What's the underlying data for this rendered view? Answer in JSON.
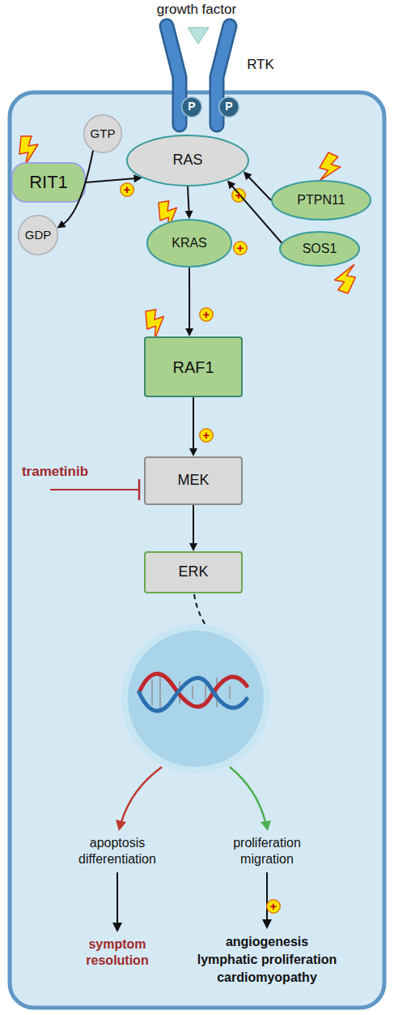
{
  "diagram": {
    "nodes": [
      {
        "text": [
          "P"
        ]
      },
      {
        "text": [
          "P"
        ]
      },
      {
        "text": [
          "GTP"
        ]
      },
      {
        "text": [
          "RAS"
        ]
      },
      {
        "text": [
          "RIT1"
        ]
      },
      {
        "text": [
          "+"
        ]
      },
      {
        "text": [
          "+"
        ]
      },
      {
        "text": [
          "PTPN11"
        ]
      },
      {
        "text": [
          "GDP"
        ]
      },
      {
        "text": [
          "KRAS"
        ]
      },
      {
        "text": [
          "+"
        ]
      },
      {
        "text": [
          "SOS1"
        ]
      },
      {
        "text": [
          "+"
        ]
      },
      {
        "text": [
          "RAF1"
        ]
      },
      {
        "text": [
          "+"
        ]
      },
      {
        "text": [
          "MEK"
        ]
      },
      {
        "text": [
          "ERK"
        ]
      },
      {
        "text": [
          "+"
        ]
      }
    ],
    "edges": [
      {
        "from": 2,
        "to": 8,
        "arrow": "to"
      },
      {
        "from": 4,
        "to": 3,
        "arrow": "to"
      },
      {
        "from": 7,
        "to": 3,
        "arrow": "to"
      },
      {
        "from": 11,
        "to": 3,
        "arrow": "to"
      },
      {
        "from": 3,
        "to": 9,
        "arrow": "to"
      },
      {
        "from": 9,
        "to": 13,
        "arrow": "to"
      },
      {
        "from": 13,
        "to": 15,
        "arrow": "to"
      },
      {
        "from": 15,
        "to": 16,
        "arrow": "to"
      }
    ],
    "labels": [
      "growth factor",
      "RTK",
      "trametinib",
      "apoptosis differentiation",
      "proliferation migration",
      "symptom resolution",
      "angiogenesis",
      "lymphatic proliferation",
      "cardiomyopathy"
    ]
  }
}
